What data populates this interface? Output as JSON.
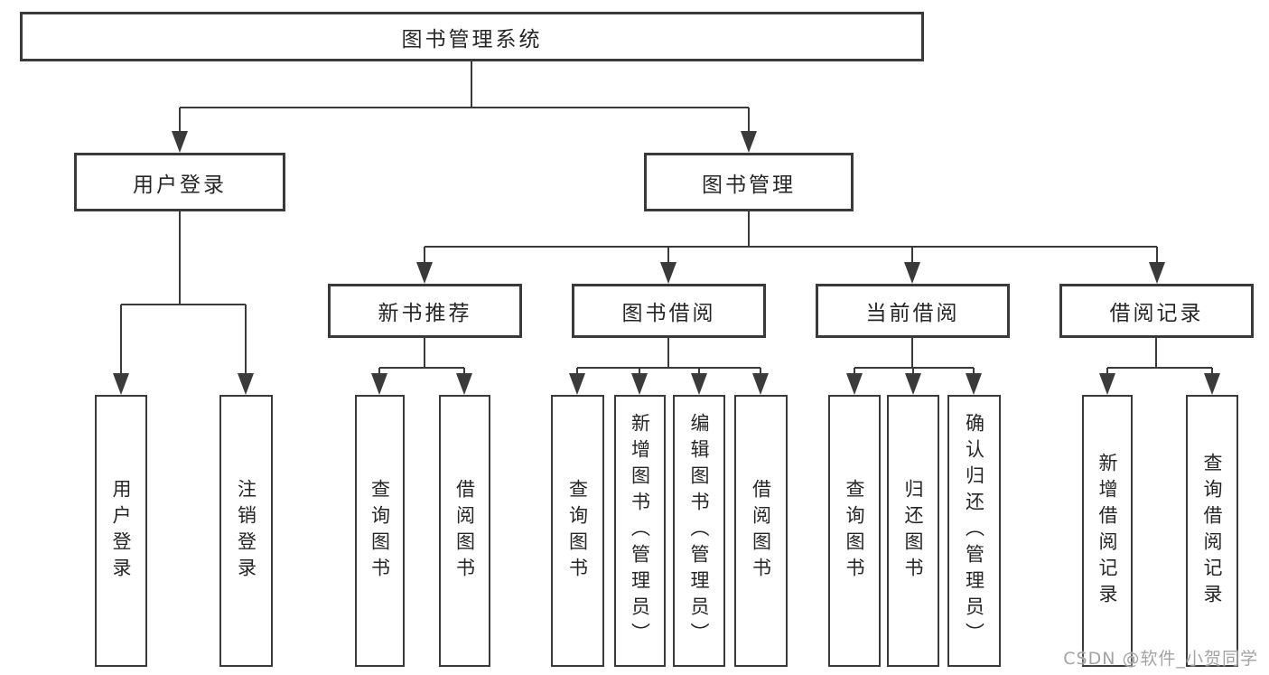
{
  "tree": {
    "root": {
      "label": "图书管理系统"
    },
    "branches": [
      {
        "label": "用户登录",
        "children": [
          {
            "label": "用户登录"
          },
          {
            "label": "注销登录"
          }
        ]
      },
      {
        "label": "图书管理",
        "children": [
          {
            "label": "新书推荐",
            "children": [
              {
                "label": "查询图书"
              },
              {
                "label": "借阅图书"
              }
            ]
          },
          {
            "label": "图书借阅",
            "children": [
              {
                "label": "查询图书"
              },
              {
                "label": "新增图书（管理员）"
              },
              {
                "label": "编辑图书（管理员）"
              },
              {
                "label": "借阅图书"
              }
            ]
          },
          {
            "label": "当前借阅",
            "children": [
              {
                "label": "查询图书"
              },
              {
                "label": "归还图书"
              },
              {
                "label": "确认归还（管理员）"
              }
            ]
          },
          {
            "label": "借阅记录",
            "children": [
              {
                "label": "新增借阅记录"
              },
              {
                "label": "查询借阅记录"
              }
            ]
          }
        ]
      }
    ]
  },
  "watermark": {
    "text": "CSDN @软件_小贺同学"
  },
  "colors": {
    "line": "#3a3a3a",
    "box_border": "#3a3a3a",
    "text": "#262626",
    "watermark": "#a3a3a3",
    "background": "#ffffff"
  }
}
